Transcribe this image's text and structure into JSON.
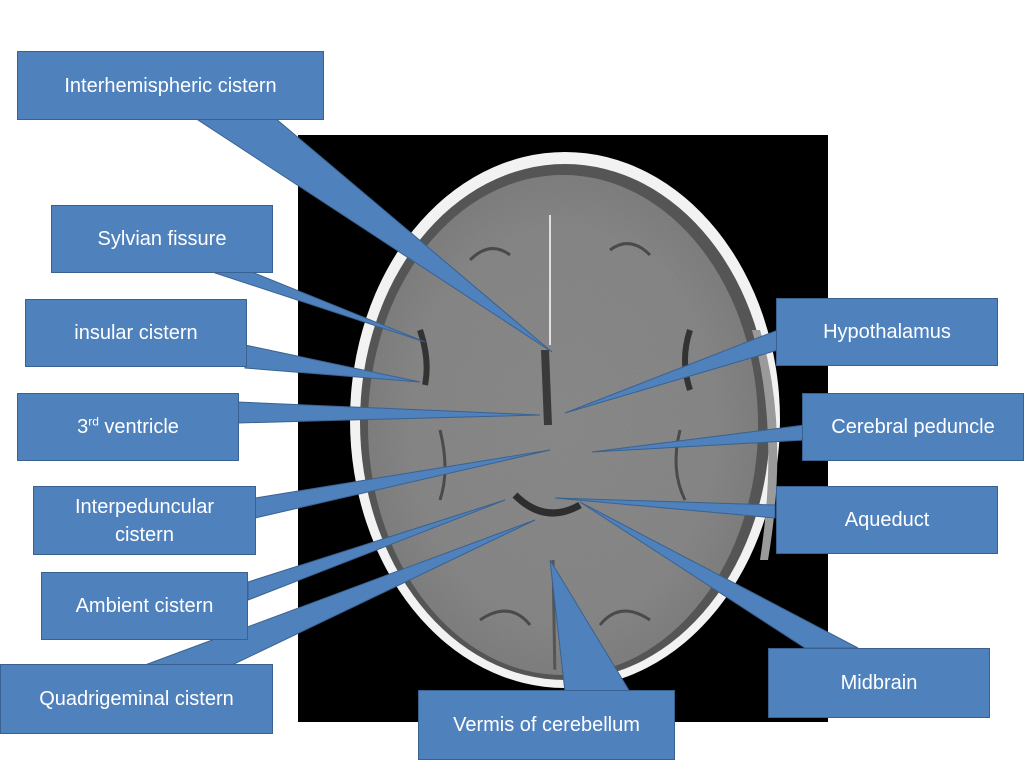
{
  "labels": {
    "interhemispheric": "Interhemispheric cistern",
    "sylvian": "Sylvian fissure",
    "insular": "insular cistern",
    "third_ventricle_num": "3",
    "third_ventricle_sup": "rd",
    "third_ventricle_text": " ventricle",
    "interpeduncular_line1": "Interpeduncular",
    "interpeduncular_line2": "cistern",
    "ambient": "Ambient cistern",
    "quadrigeminal": "Quadrigeminal cistern",
    "vermis": "Vermis of cerebellum",
    "hypothalamus": "Hypothalamus",
    "cerebral_peduncle": "Cerebral peduncle",
    "aqueduct": "Aqueduct",
    "midbrain": "Midbrain"
  },
  "colors": {
    "callout_fill": "#4f81bd",
    "callout_border": "#3a6290",
    "scan_background": "#000000"
  },
  "image": {
    "description_icon": "axial-ct-brain-scan"
  }
}
